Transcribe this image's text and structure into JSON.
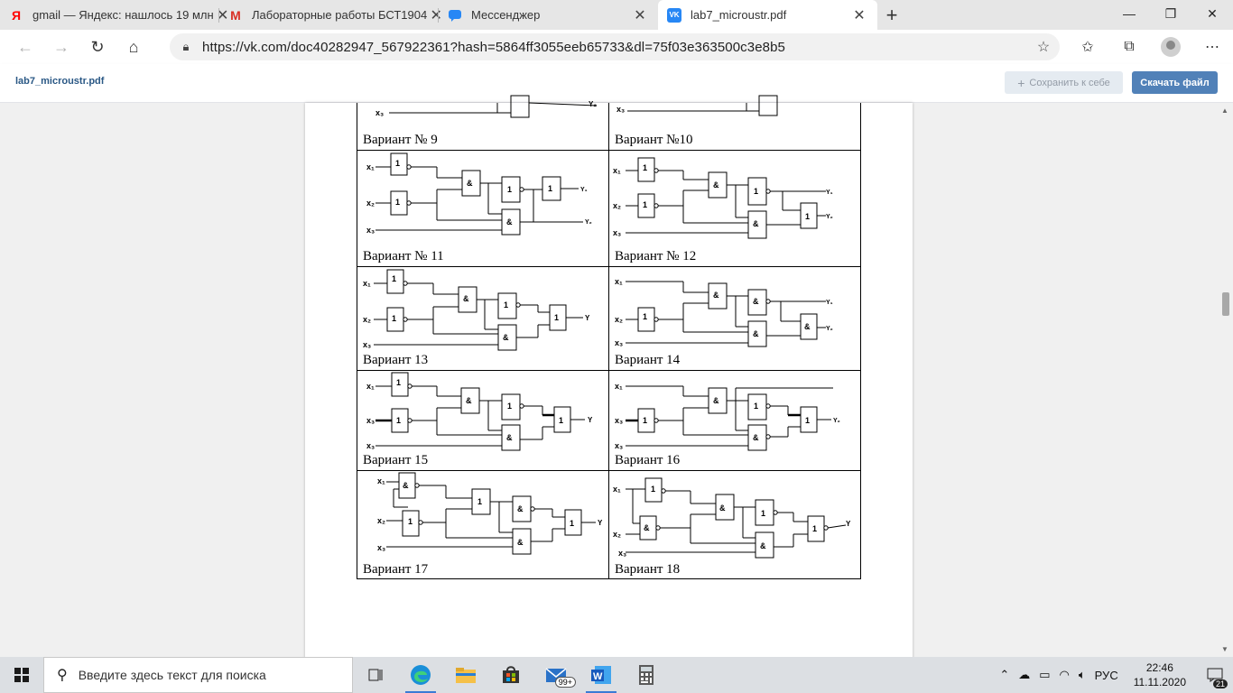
{
  "tabs": [
    {
      "title": "gmail — Яндекс: нашлось 19 млн",
      "favicon": "yandex-icon",
      "favicon_color": "#ff0000",
      "favicon_glyph": "Я"
    },
    {
      "title": "Лабораторные работы БСТ1904",
      "favicon": "gmail-icon",
      "favicon_color": "#d93025",
      "favicon_glyph": "M"
    },
    {
      "title": "Мессенджер",
      "favicon": "messenger-icon",
      "favicon_color": "#2787f5",
      "favicon_glyph": "●"
    },
    {
      "title": "lab7_microustr.pdf",
      "favicon": "vk-icon",
      "favicon_color": "#2787f5",
      "favicon_glyph": "VK"
    }
  ],
  "address": {
    "url": "https://vk.com/doc40282947_567922361?hash=5864ff3055eeb65733&dl=75f03e363500c3e8b5"
  },
  "doc": {
    "filename": "lab7_microustr.pdf",
    "save_label": "Сохранить к себе",
    "download_label": "Скачать файл"
  },
  "variants": [
    "Вариант № 9",
    "Вариант №10",
    "Вариант № 11",
    "Вариант № 12",
    "Вариант 13",
    "Вариант 14",
    "Вариант 15",
    "Вариант 16",
    "Вариант 17",
    "Вариант 18"
  ],
  "taskbar": {
    "search_placeholder": "Введите здесь текст для поиска",
    "mail_badge": "99+",
    "lang": "РУС",
    "time": "22:46",
    "date": "11.11.2020",
    "notifications": "21"
  },
  "accent_color": "#5181b8"
}
